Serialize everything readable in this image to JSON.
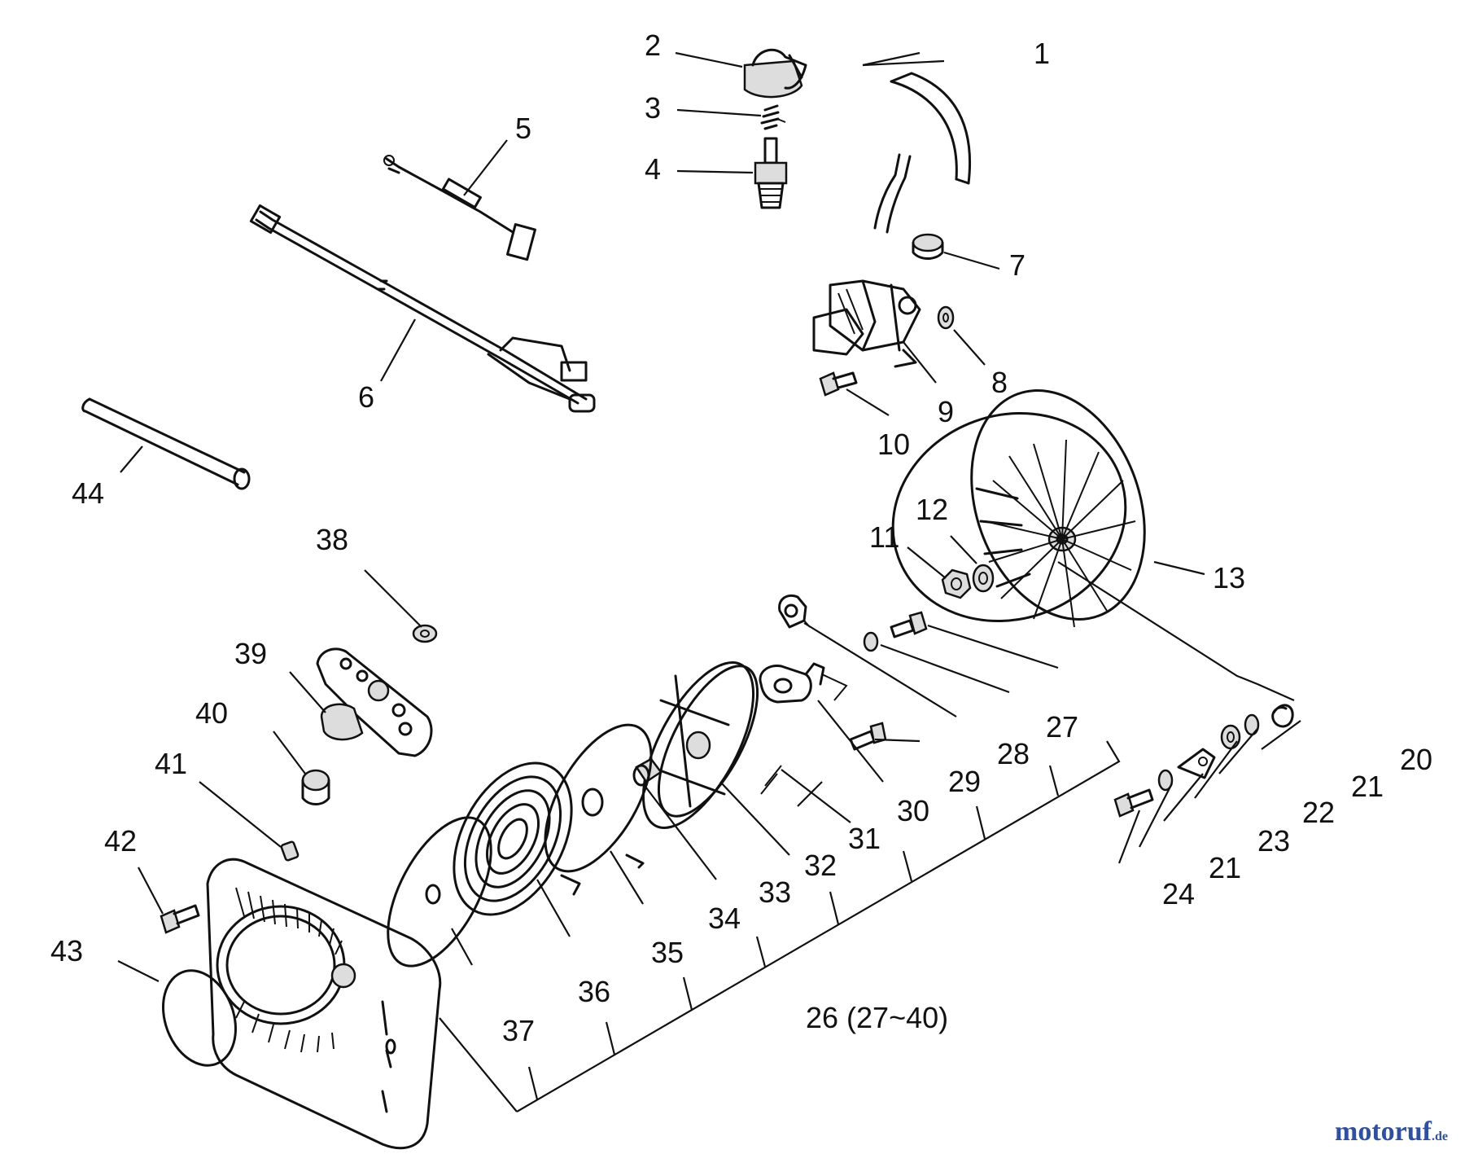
{
  "callouts": {
    "p1": "1",
    "p2": "2",
    "p3": "3",
    "p4": "4",
    "p5": "5",
    "p6": "6",
    "p7": "7",
    "p8": "8",
    "p9": "9",
    "p10": "10",
    "p11": "11",
    "p12": "12",
    "p13": "13",
    "p20": "20",
    "p21a": "21",
    "p21b": "21",
    "p22": "22",
    "p23": "23",
    "p24": "24",
    "p26": "26 (27~40)",
    "p27": "27",
    "p28": "28",
    "p29": "29",
    "p30": "30",
    "p31": "31",
    "p32": "32",
    "p33": "33",
    "p34": "34",
    "p35": "35",
    "p36": "36",
    "p37": "37",
    "p38": "38",
    "p39": "39",
    "p40": "40",
    "p41": "41",
    "p42": "42",
    "p43": "43",
    "p44": "44"
  },
  "watermark": {
    "text_main": "motoruf",
    "text_tld": ".de",
    "colors": {
      "m": "#e08a1e",
      "otor": "#2f4f9f",
      "u": "#2f4f9f",
      "f": "#2f4f9f",
      "tld": "#2f4f9f"
    }
  }
}
